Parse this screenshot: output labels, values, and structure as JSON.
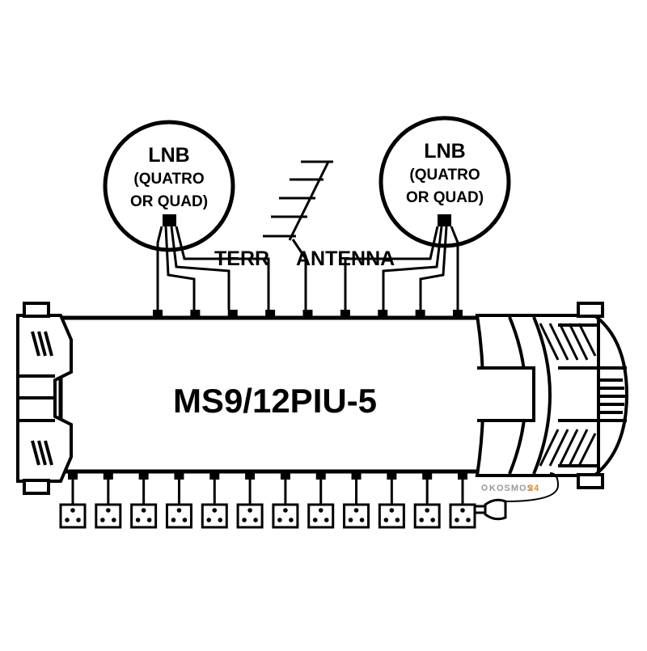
{
  "colors": {
    "ink": "#000000",
    "paper": "#ffffff",
    "watermark_gray": "#9a9a9a",
    "watermark_accent": "#f08a1c"
  },
  "lnb_left": {
    "title": "LNB",
    "line1": "(QUATRO",
    "line2": "OR QUAD)"
  },
  "lnb_right": {
    "title": "LNB",
    "line1": "(QUATRO",
    "line2": "OR QUAD)"
  },
  "terr_label": "TERR",
  "antenna_label": "ANTENNA",
  "device_model": "MS9/12PIU-5",
  "input_count": 9,
  "output_count": 12,
  "watermark": {
    "part1": "KOSMOS",
    "part2": "24",
    "icon": "circle-logo-icon"
  },
  "icons": {
    "antenna": "yagi-antenna-icon",
    "socket": "tv-socket-icon",
    "plug": "power-plug-icon"
  }
}
